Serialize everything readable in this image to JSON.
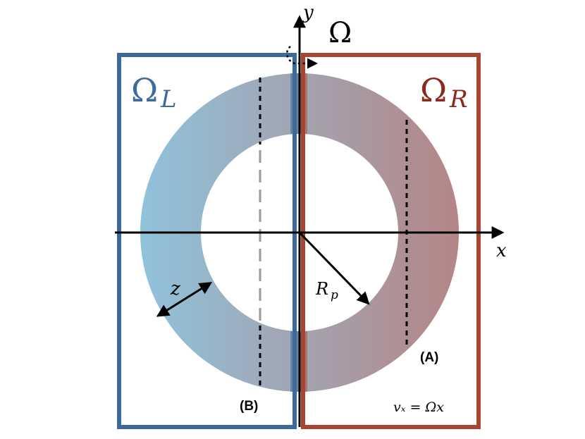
{
  "colors": {
    "left_box": "#3d6a9a",
    "right_box": "#a84532",
    "ring_left": "#8fc3dc",
    "ring_right": "#b58585",
    "axis": "#000000",
    "dashed_gray": "#9a9a9a"
  },
  "labels": {
    "omega": "Ω",
    "omega_L_main": "Ω",
    "omega_L_sub": "L",
    "omega_R_main": "Ω",
    "omega_R_sub": "R",
    "x_axis": "x",
    "y_axis": "y",
    "z": "z",
    "rp_main": "R",
    "rp_sub": "p",
    "marker_a": "(A)",
    "marker_b": "(B)",
    "velocity": "vₓ = Ωx"
  },
  "icons": {
    "rotation": "rotation-arrow-icon"
  }
}
